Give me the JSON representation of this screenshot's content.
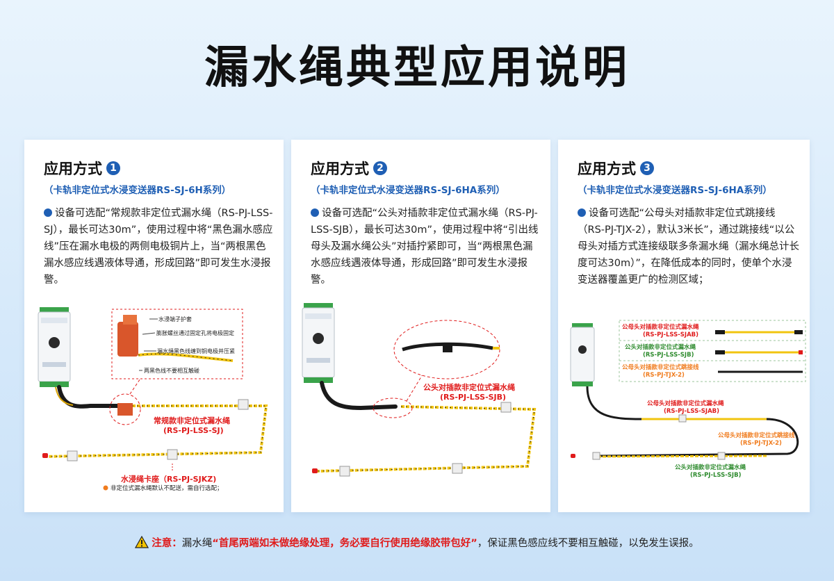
{
  "title": "漏水绳典型应用说明",
  "cards": [
    {
      "heading": "应用方式",
      "number": "1",
      "subtitle": "（卡轨非定位式水浸变送器RS-SJ-6H系列）",
      "body": "设备可选配“常规款非定位式漏水绳（RS-PJ-LSS-SJ），最长可达30m”，使用过程中将“黑色漏水感应线”压在漏水电极的两侧电极铜片上，当“两根黑色漏水感应线遇液体导通，形成回路”即可发生水浸报警。",
      "callout_lines": [
        "水浸端子护套",
        "膨胀螺丝通过固定孔将电极固定",
        "漏水绳黑色线缠到铜电极并压紧",
        "两黑色线不要相互触碰"
      ],
      "rope_label": "常规款非定位式漏水绳",
      "rope_code": "(RS-PJ-LSS-SJ)",
      "clip_label": "水浸绳卡座（RS-PJ-SJKZ)",
      "clip_note": "非定位式漏水绳默认不配送，需自行选配；"
    },
    {
      "heading": "应用方式",
      "number": "2",
      "subtitle": "（卡轨非定位式水浸变送器RS-SJ-6HA系列）",
      "body": "设备可选配“公头对插款非定位式漏水绳（RS-PJ-LSS-SJB），最长可达30m”，使用过程中将“引出线母头及漏水绳公头”对插拧紧即可，当“两根黑色漏水感应线遇液体导通，形成回路”即可发生水浸报警。",
      "rope_label": "公头对插款非定位式漏水绳",
      "rope_code": "(RS-PJ-LSS-SJB)"
    },
    {
      "heading": "应用方式",
      "number": "3",
      "subtitle": "（卡轨非定位式水浸变送器RS-SJ-6HA系列）",
      "body": "设备可选配“公母头对插款非定位式跳接线（RS-PJ-TJX-2），默认3米长”，通过跳接线“以公母头对插方式连接级联多条漏水绳（漏水绳总计长度可达30m）”，在降低成本的同时，使单个水浸变送器覆盖更广的检测区域；",
      "legend": [
        {
          "label": "公母头对插款非定位式漏水绳",
          "code": "(RS-PJ-LSS-SJAB)"
        },
        {
          "label": "公头对插款非定位式漏水绳",
          "code": "(RS-PJ-LSS-SJB)"
        },
        {
          "label": "公母头对插款非定位式跳接线",
          "code": "(RS-PJ-TJX-2)"
        }
      ],
      "diagram_labels": [
        {
          "label": "公母头对插款非定位式漏水绳",
          "code": "(RS-PJ-LSS-SJAB)"
        },
        {
          "label": "公母头对插款非定位式跳接线",
          "code": "(RS-PJ-TJX-2)"
        },
        {
          "label": "公头对插款非定位式漏水绳",
          "code": "(RS-PJ-LSS-SJB)"
        }
      ]
    }
  ],
  "notice": {
    "label": "注意：",
    "pre": "漏水绳",
    "highlight": "“首尾两端如未做绝缘处理，务必要自行使用绝缘胶带包好”",
    "post": "，保证黑色感应线不要相互触碰，以免发生误报。"
  },
  "colors": {
    "accent": "#1f5fb4",
    "warning": "#e01b1b",
    "green_label": "#2e8b2e",
    "orange_label": "#f07c1e"
  }
}
